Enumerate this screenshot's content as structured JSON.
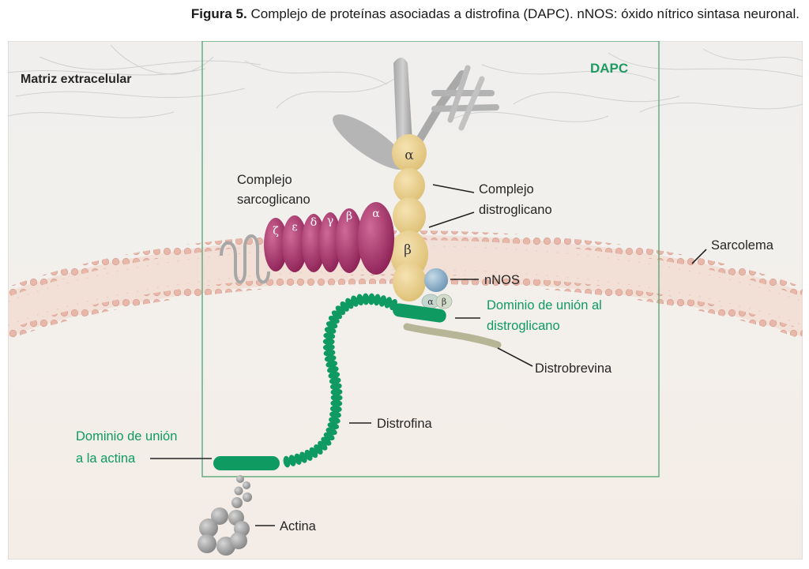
{
  "caption": {
    "bold": "Figura 5.",
    "text": " Complejo de proteínas asociadas a distrofina (DAPC). nNOS: óxido nítrico sintasa neuronal."
  },
  "labels": {
    "matrix": "Matriz extracelular",
    "dapc": "DAPC",
    "sarcoglycan_line1": "Complejo",
    "sarcoglycan_line2": "sarcoglicano",
    "dystroglycan_line1": "Complejo",
    "dystroglycan_line2": "distroglicano",
    "sarcolemma": "Sarcolema",
    "nnos": "nNOS",
    "dg_binding_line1": "Dominio de unión al",
    "dg_binding_line2": "distroglicano",
    "dystrobrevin": "Distrobrevina",
    "dystrophin": "Distrofina",
    "actin_binding_line1": "Dominio de unión",
    "actin_binding_line2": "a la actina",
    "actin": "Actina"
  },
  "greek": {
    "sarcoglycans": [
      "ζ",
      "ε",
      "δ",
      "γ",
      "β",
      "α"
    ],
    "dg_alpha": "α",
    "dg_beta": "β",
    "syntrophin_alpha": "α",
    "syntrophin_beta": "β"
  },
  "colors": {
    "dapc_box": "#5aa87a",
    "dystrophin": "#0f9a62",
    "sarcoglycan": "#a8326b",
    "dystroglycan": "#ecd394",
    "nnos": "#8fb3cc",
    "dystrobrevin": "#b6b596",
    "actin": "#9c9c9c"
  }
}
